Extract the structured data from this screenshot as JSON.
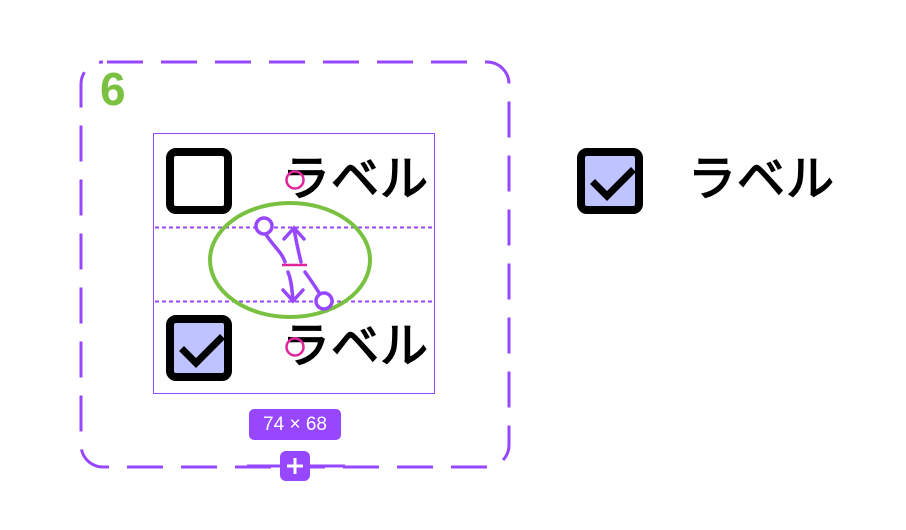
{
  "colors": {
    "frame_purple": "#9747FF",
    "frame_number_green": "#7AC142",
    "ellipse_green": "#7AC142",
    "checkbox_fill_checked": "#BFC3FF",
    "checkbox_border": "#000000",
    "label_text": "#000000",
    "anchor_pink": "#E0249A",
    "badge_text": "#FFFFFF"
  },
  "frame": {
    "number": "6"
  },
  "component": {
    "rows": [
      {
        "checked": false,
        "label": "ラベル",
        "icon": "checkbox-empty-icon"
      },
      {
        "checked": true,
        "label": "ラベル",
        "icon": "checkbox-checked-icon"
      }
    ],
    "size_badge": "74 × 68",
    "add_button_icon": "plus-icon",
    "transition_icon": "swap-arrows-icon"
  },
  "result": {
    "checked": true,
    "label": "ラベル",
    "icon": "checkbox-checked-icon"
  }
}
